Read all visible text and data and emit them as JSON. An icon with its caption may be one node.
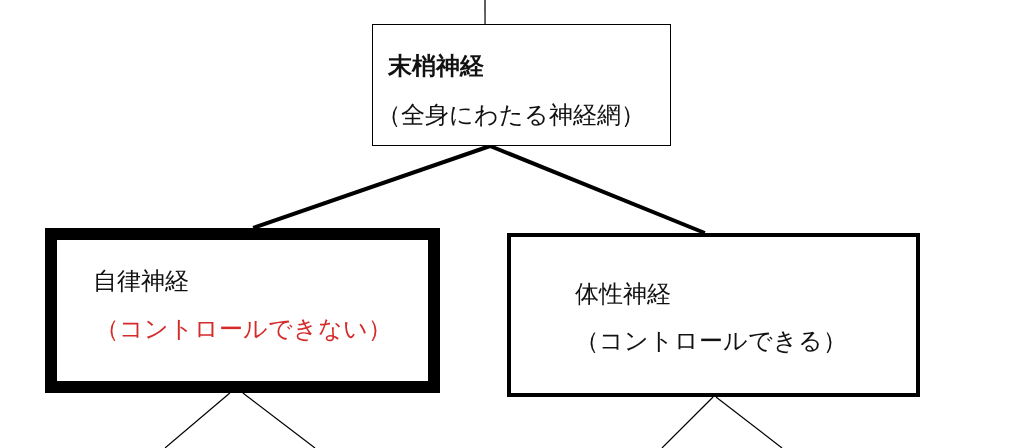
{
  "diagram": {
    "nodes": [
      {
        "text": [
          "末梢神経",
          "（全身にわたる神経網）"
        ]
      },
      {
        "text": [
          "自律神経",
          "（コントロールできない）"
        ]
      },
      {
        "text": [
          "体性神経",
          "（コントロールできる）"
        ]
      }
    ],
    "edges": [
      {
        "from": null,
        "to": 0,
        "arrow": "none"
      },
      {
        "from": 0,
        "to": 1,
        "arrow": "none",
        "style": "thick"
      },
      {
        "from": 0,
        "to": 2,
        "arrow": "none",
        "style": "thick"
      },
      {
        "from": 1,
        "to": null,
        "arrow": "none"
      },
      {
        "from": 1,
        "to": null,
        "arrow": "none"
      },
      {
        "from": 2,
        "to": null,
        "arrow": "none"
      },
      {
        "from": 2,
        "to": null,
        "arrow": "none"
      }
    ]
  }
}
